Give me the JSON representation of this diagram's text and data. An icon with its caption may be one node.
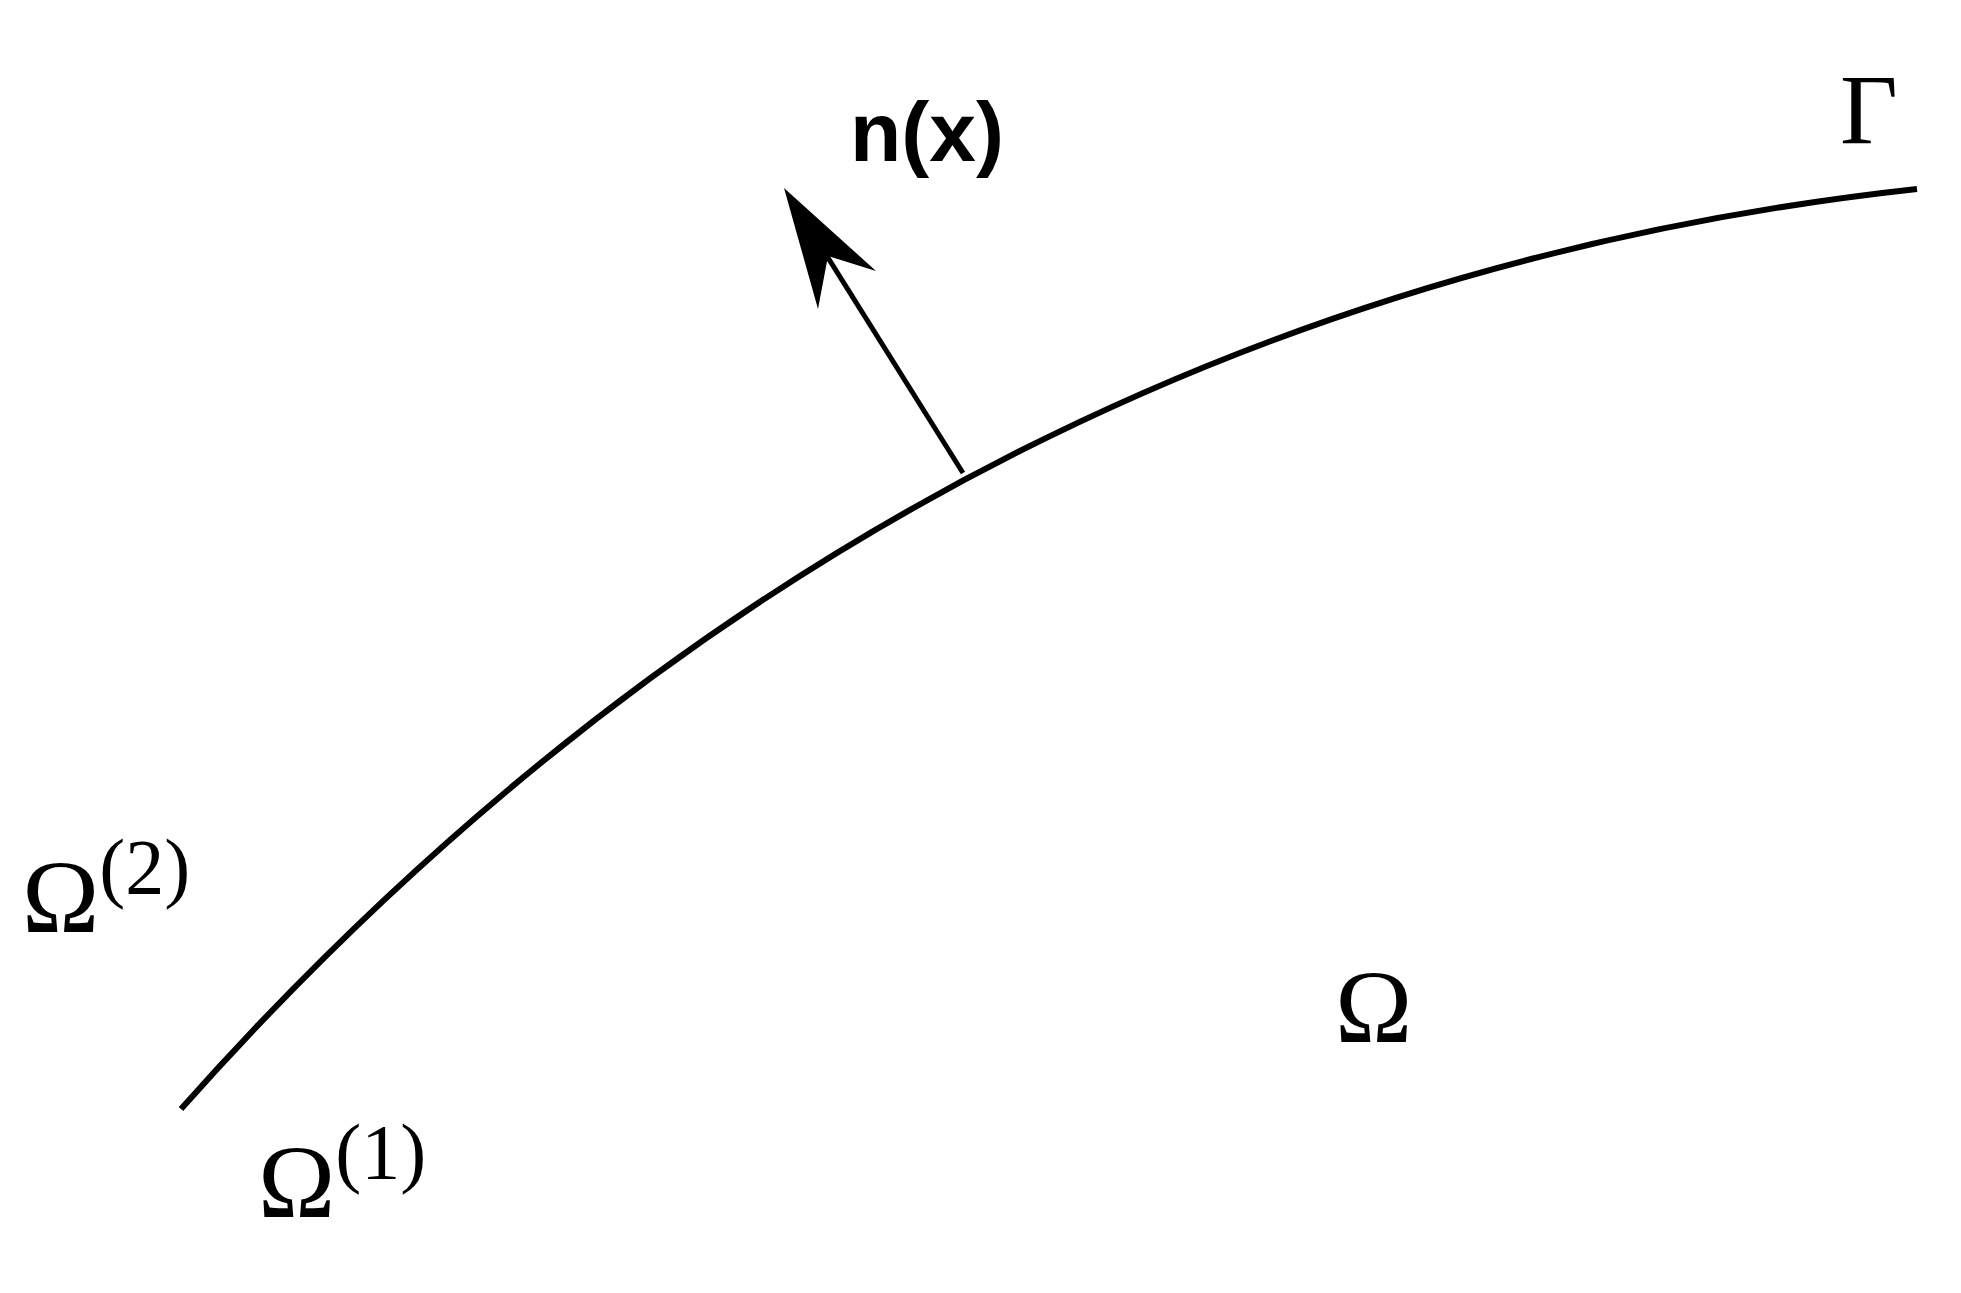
{
  "diagram": {
    "labels": [
      "n(x)",
      "Γ",
      "Ω$^{(2)}$",
      "Ω",
      "Ω$^{(1)}$"
    ]
  }
}
